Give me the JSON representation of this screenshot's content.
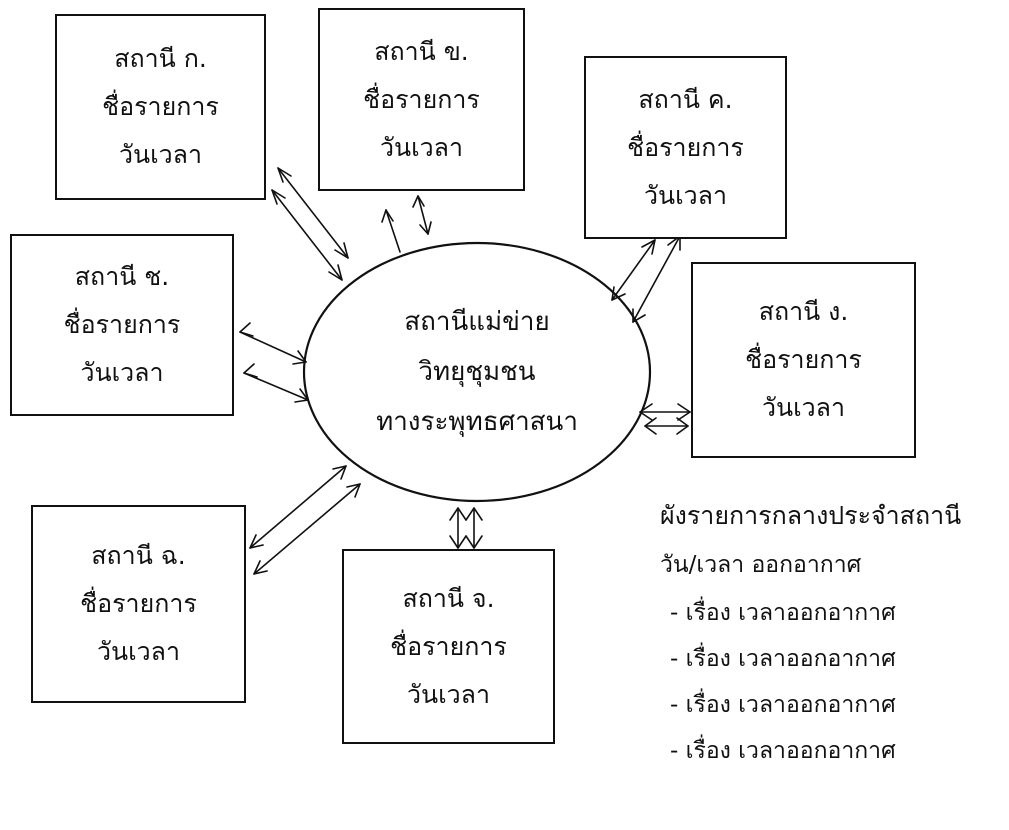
{
  "stations": [
    {
      "id": "ko",
      "name": "สถานี ก.",
      "program": "ชื่อรายการ",
      "datetime": "วันเวลา"
    },
    {
      "id": "kho",
      "name": "สถานี ข.",
      "program": "ชื่อรายการ",
      "datetime": "วันเวลา"
    },
    {
      "id": "kho2",
      "name": "สถานี ค.",
      "program": "ชื่อรายการ",
      "datetime": "วันเวลา"
    },
    {
      "id": "ngo",
      "name": "สถานี ง.",
      "program": "ชื่อรายการ",
      "datetime": "วันเวลา"
    },
    {
      "id": "cho",
      "name": "สถานี จ.",
      "program": "ชื่อรายการ",
      "datetime": "วันเวลา"
    },
    {
      "id": "sho",
      "name": "สถานี ฉ.",
      "program": "ชื่อรายการ",
      "datetime": "วันเวลา"
    },
    {
      "id": "cho2",
      "name": "สถานี ช.",
      "program": "ชื่อรายการ",
      "datetime": "วันเวลา"
    }
  ],
  "center": {
    "line1": "สถานีแม่ข่าย",
    "line2": "วิทยุชุมชน",
    "line3": "ทางระพุทธศาสนา"
  },
  "legend": {
    "title": "ผังรายการกลางประจำสถานี",
    "subtitle": "วัน/เวลา ออกอากาศ",
    "items": [
      "- เรื่อง เวลาออกอากาศ",
      "- เรื่อง เวลาออกอากาศ",
      "- เรื่อง เวลาออกอากาศ",
      "- เรื่อง เวลาออกอากาศ"
    ]
  },
  "colors": {
    "line": "#111111",
    "background": "#ffffff"
  }
}
